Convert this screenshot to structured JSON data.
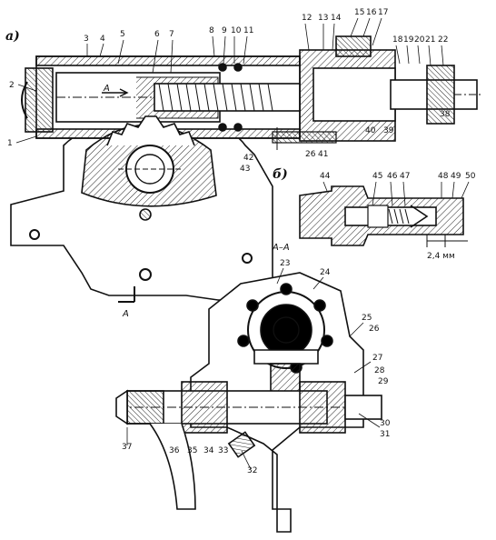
{
  "diagram": {
    "views": {
      "view_a": "а)",
      "view_b": "б)",
      "section_mark": "А",
      "section_title": "А–А",
      "dimension": "2,4 мм"
    },
    "callouts": {
      "c1": "1",
      "c2": "2",
      "c3": "3",
      "c4": "4",
      "c5": "5",
      "c6": "6",
      "c7": "7",
      "c8": "8",
      "c9": "9",
      "c10": "10",
      "c11": "11",
      "c12": "12",
      "c13": "13",
      "c14": "14",
      "c15": "15",
      "c16": "16",
      "c17": "17",
      "c18": "18",
      "c19": "19",
      "c20": "20",
      "c21": "21",
      "c22": "22",
      "c23": "23",
      "c24": "24",
      "c25": "25",
      "c26a": "26",
      "c26b": "26",
      "c27": "27",
      "c28": "28",
      "c29": "29",
      "c30": "30",
      "c31": "31",
      "c32": "32",
      "c33": "33",
      "c34": "34",
      "c35": "35",
      "c36": "36",
      "c37": "37",
      "c38": "38",
      "c39": "39",
      "c40": "40",
      "c41": "41",
      "c42": "42",
      "c43": "43",
      "c44": "44",
      "c45": "45",
      "c46": "46",
      "c47": "47",
      "c48": "48",
      "c49": "49",
      "c50": "50"
    }
  }
}
